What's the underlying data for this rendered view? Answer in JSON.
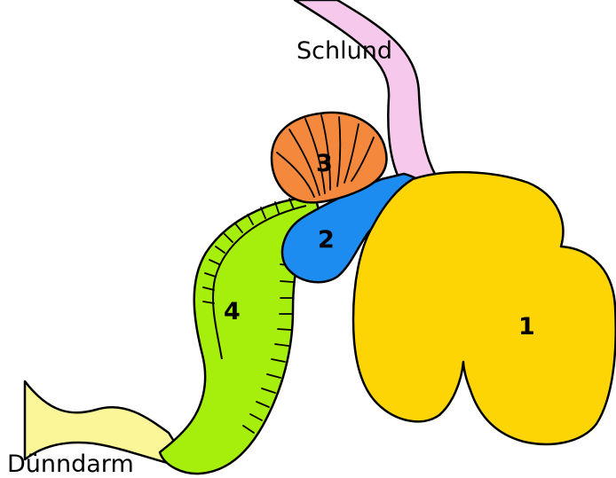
{
  "labels": {
    "esophagus": "Schlund",
    "small_intestine": "Dünndarm"
  },
  "compartments": [
    {
      "number": "1"
    },
    {
      "number": "2"
    },
    {
      "number": "3"
    },
    {
      "number": "4"
    }
  ],
  "colors": {
    "esophagus": "#f5c8ec",
    "rumen": "#fdd404",
    "reticulum": "#1c8cf0",
    "omasum": "#f4883c",
    "abomasum": "#a6ef0c",
    "small_intestine": "#fbf799"
  }
}
